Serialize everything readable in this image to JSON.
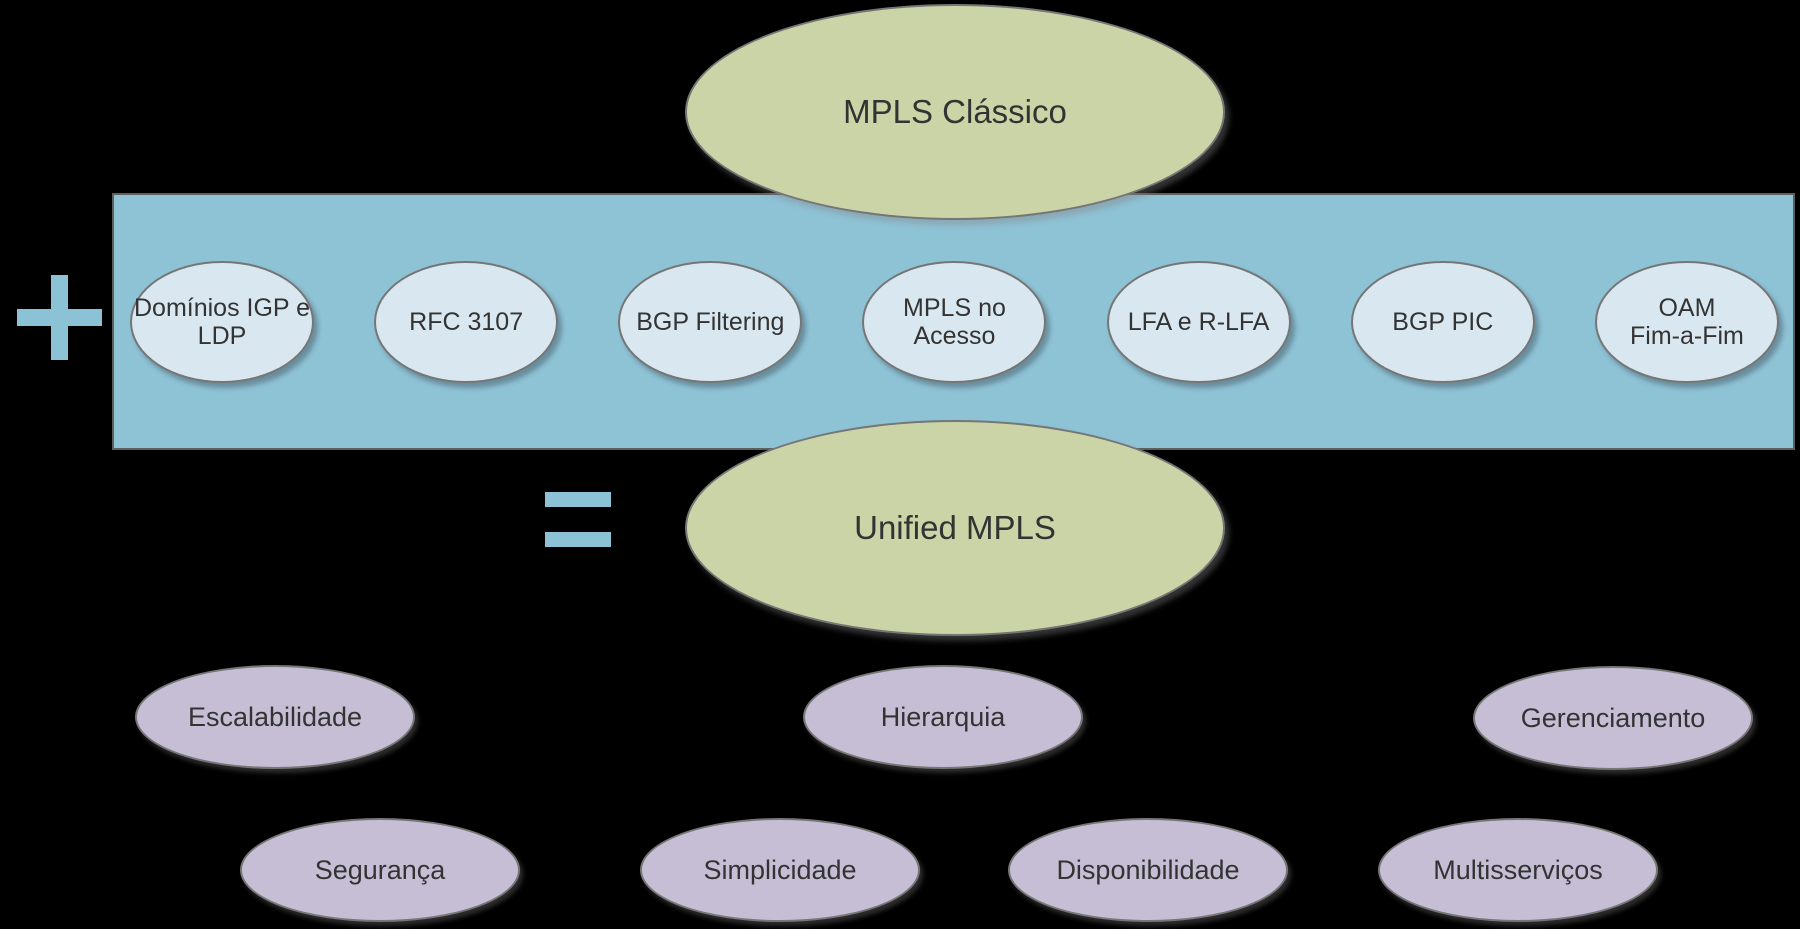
{
  "diagram": {
    "classic": {
      "label": "MPLS Clássico"
    },
    "unified": {
      "label": "Unified MPLS"
    },
    "operators": {
      "plus": "+",
      "equals": "="
    },
    "components": [
      {
        "label": "Domínios IGP e\nLDP"
      },
      {
        "label": "RFC 3107"
      },
      {
        "label": "BGP Filtering"
      },
      {
        "label": "MPLS no\nAcesso"
      },
      {
        "label": "LFA e R-LFA"
      },
      {
        "label": "BGP PIC"
      },
      {
        "label": "OAM\nFim-a-Fim"
      }
    ],
    "benefits_row1": [
      {
        "label": "Escalabilidade"
      },
      {
        "label": "Hierarquia"
      },
      {
        "label": "Gerenciamento"
      }
    ],
    "benefits_row2": [
      {
        "label": "Segurança"
      },
      {
        "label": "Simplicidade"
      },
      {
        "label": "Disponibilidade"
      },
      {
        "label": "Multisserviços"
      }
    ],
    "colors": {
      "background": "#000000",
      "band_fill": "#8ec2d5",
      "band_border": "#5e5e5e",
      "classic_fill": "#cbd4a6",
      "component_fill": "#d9e8f0",
      "benefit_fill": "#c5bed5",
      "ellipse_border": "#767676",
      "operator_blue": "#8cc2d6",
      "text": "#333333"
    }
  }
}
